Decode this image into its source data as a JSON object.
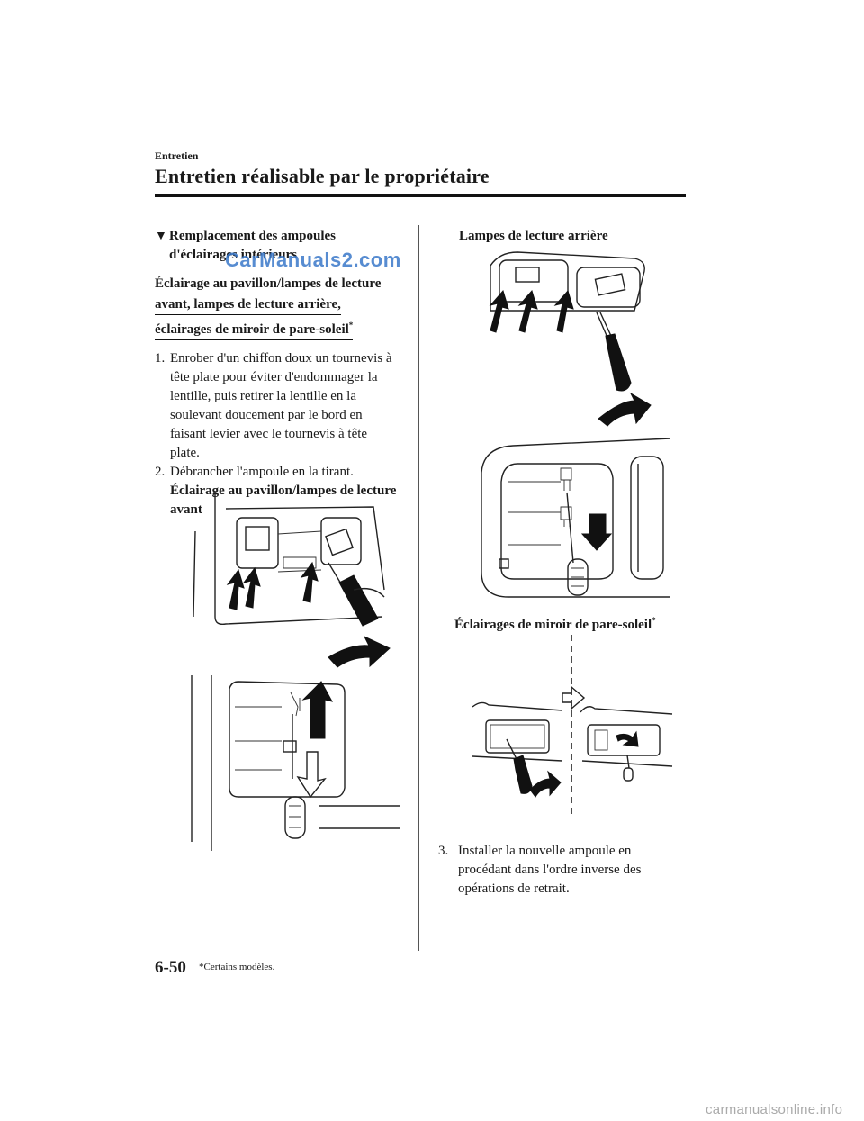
{
  "header": {
    "section_label": "Entretien",
    "page_title": "Entretien réalisable par le propriétaire"
  },
  "left": {
    "heading_marker": "▼",
    "heading_line1": "Remplacement des ampoules",
    "heading_line2": "d'éclairages intérieurs",
    "sub_heading_line1": "Éclairage au pavillon/lampes de lecture",
    "sub_heading_line2": "avant, lampes de lecture arrière,",
    "sub_heading_line3": "éclairages de miroir de pare-soleil",
    "sub_heading_mark": "*",
    "steps": [
      {
        "num": "1.",
        "text": "Enrober d'un chiffon doux un tournevis à tête plate pour éviter d'endommager la lentille, puis retirer la lentille en la soulevant doucement par le bord en faisant levier avec le tournevis à tête plate."
      },
      {
        "num": "2.",
        "text": "Débrancher l'ampoule en la tirant.",
        "bold_sub": "Éclairage au pavillon/lampes de lecture avant"
      }
    ]
  },
  "right": {
    "caption_rear": "Lampes de lecture arrière",
    "caption_mirror": "Éclairages de miroir de pare-soleil",
    "caption_mirror_mark": "*",
    "step3_num": "3.",
    "step3_text": "Installer la nouvelle ampoule en procédant dans l'ordre inverse des opérations de retrait."
  },
  "footer": {
    "page_number": "6-50",
    "footnote": "*Certains modèles."
  },
  "watermark": "CarManuals2.com",
  "site_mark": "carmanualsonline.info"
}
